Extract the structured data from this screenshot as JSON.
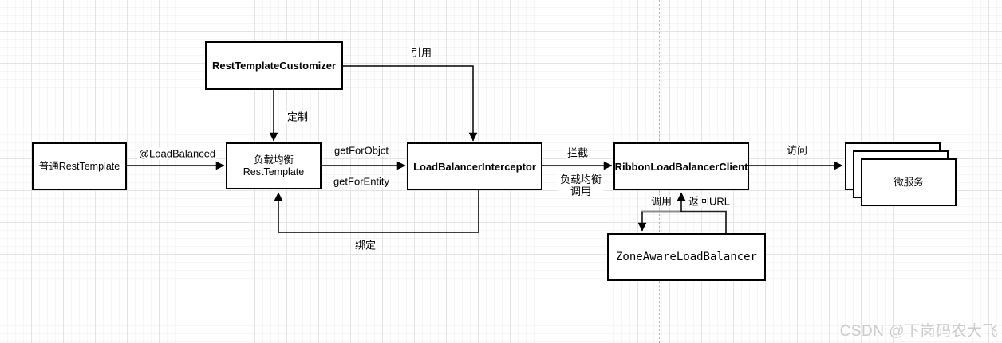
{
  "diagram": {
    "nodes": {
      "plain_rest_template": {
        "label": "普通RestTemplate"
      },
      "lb_rest_template": {
        "label_line1": "负载均衡",
        "label_line2": "RestTemplate"
      },
      "rest_template_customizer": {
        "label": "RestTemplateCustomizer"
      },
      "load_balancer_interceptor": {
        "label": "LoadBalancerInterceptor"
      },
      "ribbon_load_balancer_client": {
        "label": "RibbonLoadBalancerClient"
      },
      "zone_aware_load_balancer": {
        "label": "ZoneAwareLoadBalancer"
      },
      "microservice": {
        "label": "微服务"
      }
    },
    "edge_labels": {
      "load_balanced": "@LoadBalanced",
      "get_for_objct": "getForObjct",
      "get_for_entity": "getForEntity",
      "customize": "定制",
      "reference": "引用",
      "intercept": "拦截",
      "lb_call_line1": "负载均衡",
      "lb_call_line2": "调用",
      "visit": "访问",
      "call": "调用",
      "return_url": "返回URL",
      "bind": "绑定"
    },
    "colors": {
      "stroke": "#000000",
      "grid_minor": "#f5f5f5",
      "grid_major": "#e3e3e3",
      "page_break": "#b4b4b4",
      "connector_gray": "#8c8c8c"
    }
  },
  "watermark": {
    "text": "CSDN @下岗码农大飞",
    "color": "#cbcbcb"
  }
}
